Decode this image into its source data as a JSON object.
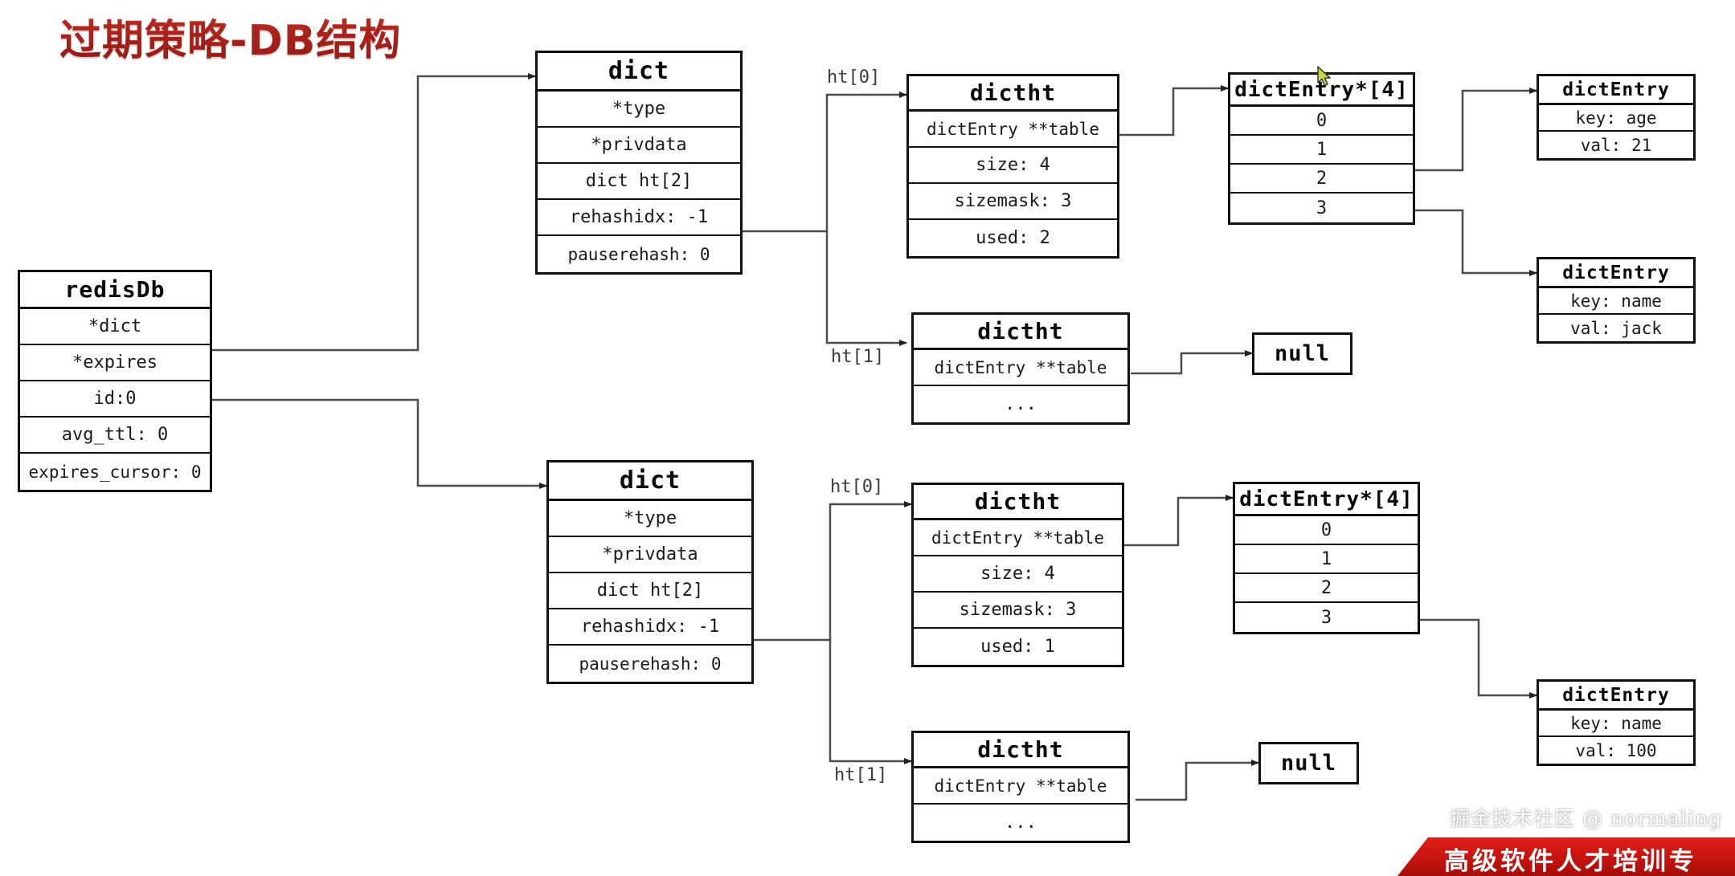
{
  "title": "过期策略-DB结构",
  "redisdb": {
    "header": "redisDb",
    "rows": [
      "*dict",
      "*expires",
      "id:0",
      "avg_ttl: 0",
      "expires_cursor: 0"
    ]
  },
  "dict_top": {
    "header": "dict",
    "rows": [
      "*type",
      "*privdata",
      "dict ht[2]",
      "rehashidx: -1",
      "pauserehash: 0"
    ]
  },
  "dict_bottom": {
    "header": "dict",
    "rows": [
      "*type",
      "*privdata",
      "dict ht[2]",
      "rehashidx: -1",
      "pauserehash: 0"
    ]
  },
  "dictht_top_ht0": {
    "label": "ht[0]",
    "header": "dictht",
    "rows": [
      "dictEntry **table",
      "size: 4",
      "sizemask: 3",
      "used: 2"
    ]
  },
  "dictht_top_ht1": {
    "label": "ht[1]",
    "header": "dictht",
    "rows": [
      "dictEntry **table",
      "..."
    ]
  },
  "dictht_bottom_ht0": {
    "label": "ht[0]",
    "header": "dictht",
    "rows": [
      "dictEntry **table",
      "size: 4",
      "sizemask: 3",
      "used: 1"
    ]
  },
  "dictht_bottom_ht1": {
    "label": "ht[1]",
    "header": "dictht",
    "rows": [
      "dictEntry **table",
      "..."
    ]
  },
  "array_top": {
    "header": "dictEntry*[4]",
    "rows": [
      "0",
      "1",
      "2",
      "3"
    ]
  },
  "array_bottom": {
    "header": "dictEntry*[4]",
    "rows": [
      "0",
      "1",
      "2",
      "3"
    ]
  },
  "entry_age": {
    "header": "dictEntry",
    "rows": [
      "key: age",
      "val: 21"
    ]
  },
  "entry_name_jack": {
    "header": "dictEntry",
    "rows": [
      "key: name",
      "val: jack"
    ]
  },
  "entry_name_100": {
    "header": "dictEntry",
    "rows": [
      "key: name",
      "val: 100"
    ]
  },
  "null_top": {
    "text": "null"
  },
  "null_bottom": {
    "text": "null"
  },
  "watermark": "掘金技术社区 @ normaling",
  "banner": "高级软件人才培训专",
  "colors": {
    "title": "#b32020",
    "box_border": "#111111",
    "wire": "#4d4d4d",
    "banner": "#c3120d",
    "cursor": "#c9d645"
  }
}
